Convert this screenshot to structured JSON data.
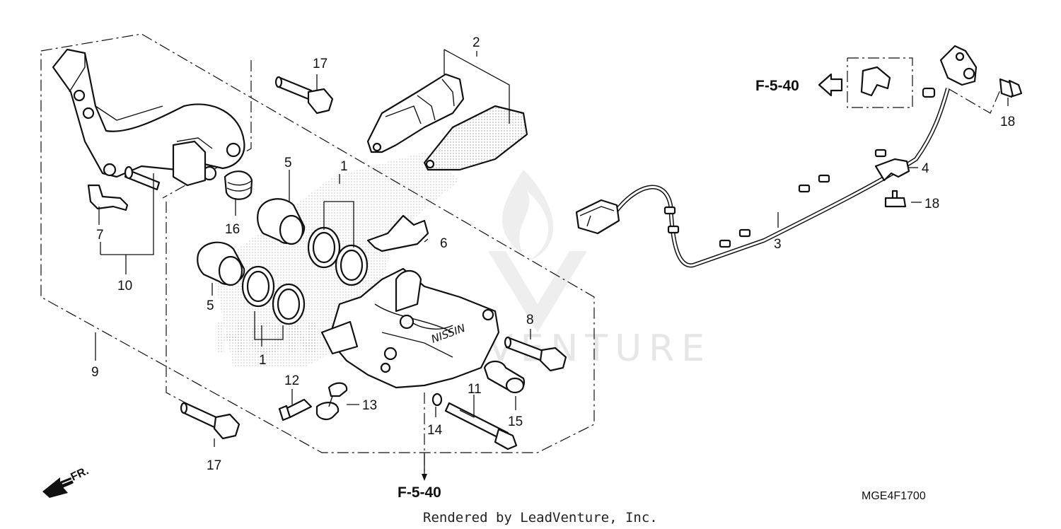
{
  "diagram": {
    "callouts": [
      {
        "id": "c1a",
        "text": "1"
      },
      {
        "id": "c1b",
        "text": "1"
      },
      {
        "id": "c2",
        "text": "2"
      },
      {
        "id": "c3",
        "text": "3"
      },
      {
        "id": "c4",
        "text": "4"
      },
      {
        "id": "c5a",
        "text": "5"
      },
      {
        "id": "c5b",
        "text": "5"
      },
      {
        "id": "c6",
        "text": "6"
      },
      {
        "id": "c7",
        "text": "7"
      },
      {
        "id": "c8",
        "text": "8"
      },
      {
        "id": "c9",
        "text": "9"
      },
      {
        "id": "c10",
        "text": "10"
      },
      {
        "id": "c11",
        "text": "11"
      },
      {
        "id": "c12",
        "text": "12"
      },
      {
        "id": "c13",
        "text": "13"
      },
      {
        "id": "c14",
        "text": "14"
      },
      {
        "id": "c15",
        "text": "15"
      },
      {
        "id": "c16",
        "text": "16"
      },
      {
        "id": "c17a",
        "text": "17"
      },
      {
        "id": "c17b",
        "text": "17"
      },
      {
        "id": "c18a",
        "text": "18"
      },
      {
        "id": "c18b",
        "text": "18"
      }
    ],
    "references": {
      "top": "F-5-40",
      "bottom": "F-5-40"
    },
    "front_marker": "FR.",
    "diagram_code": "MGE4F1700",
    "credit": "Rendered by LeadVenture, Inc.",
    "watermark": "VENTURE",
    "caliper_brand": "NISSIN"
  }
}
